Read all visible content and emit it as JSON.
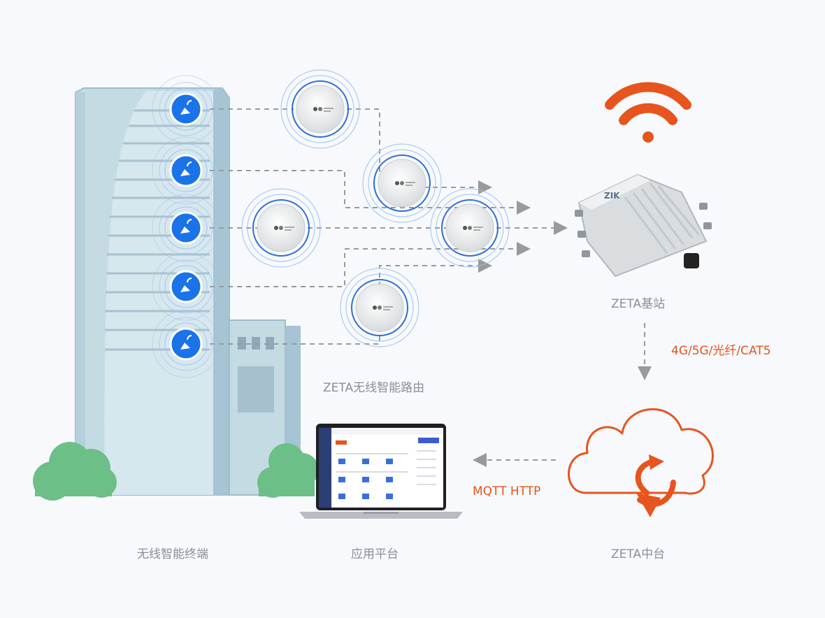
{
  "labels": {
    "terminal": "无线智能终端",
    "platform": "应用平台",
    "zeta_middle": "ZETA中台",
    "router": "ZETA无线智能路由",
    "base_station": "ZETA基站",
    "network": "4G/5G/光纤/CAT5",
    "protocol": "MQTT HTTP"
  },
  "colors": {
    "accent": "#e8541e",
    "terminal_blue": "#1a73e8",
    "building": "#c7dde6",
    "tree": "#6cbf87",
    "dash": "#9a9a9a"
  },
  "icons": {
    "terminal": "sensor-icon",
    "router": "router-disc-icon",
    "wifi": "wifi-icon",
    "cloud": "cloud-sync-icon",
    "laptop": "laptop-icon",
    "base_station": "base-station-icon"
  }
}
